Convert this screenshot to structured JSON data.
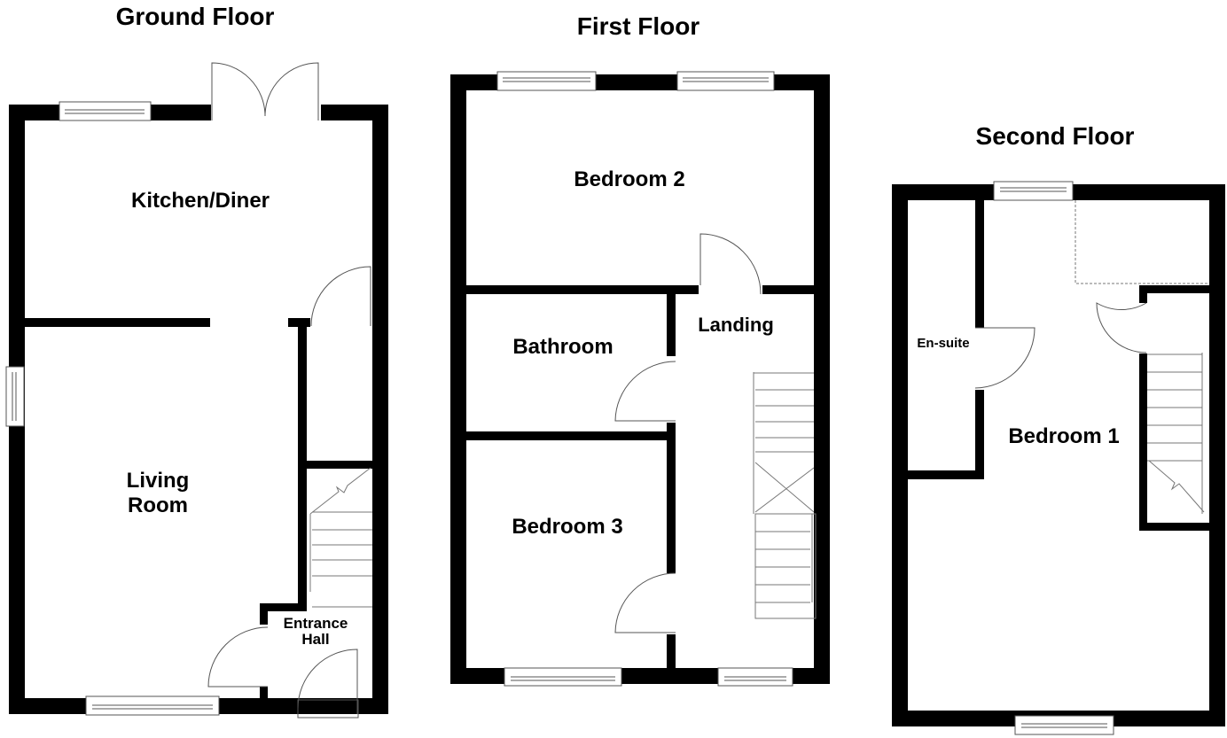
{
  "floors": [
    {
      "title": "Ground Floor",
      "rooms": [
        {
          "name": "Kitchen/Diner"
        },
        {
          "name_line1": "Living",
          "name_line2": "Room"
        },
        {
          "name_line1": "Entrance",
          "name_line2": "Hall"
        }
      ]
    },
    {
      "title": "First Floor",
      "rooms": [
        {
          "name": "Bedroom 2"
        },
        {
          "name": "Bathroom"
        },
        {
          "name": "Landing"
        },
        {
          "name": "Bedroom 3"
        }
      ]
    },
    {
      "title": "Second Floor",
      "rooms": [
        {
          "name": "En-suite"
        },
        {
          "name": "Bedroom 1"
        }
      ]
    }
  ],
  "colors": {
    "wall": "#000000",
    "line": "#555555",
    "background": "#ffffff"
  }
}
